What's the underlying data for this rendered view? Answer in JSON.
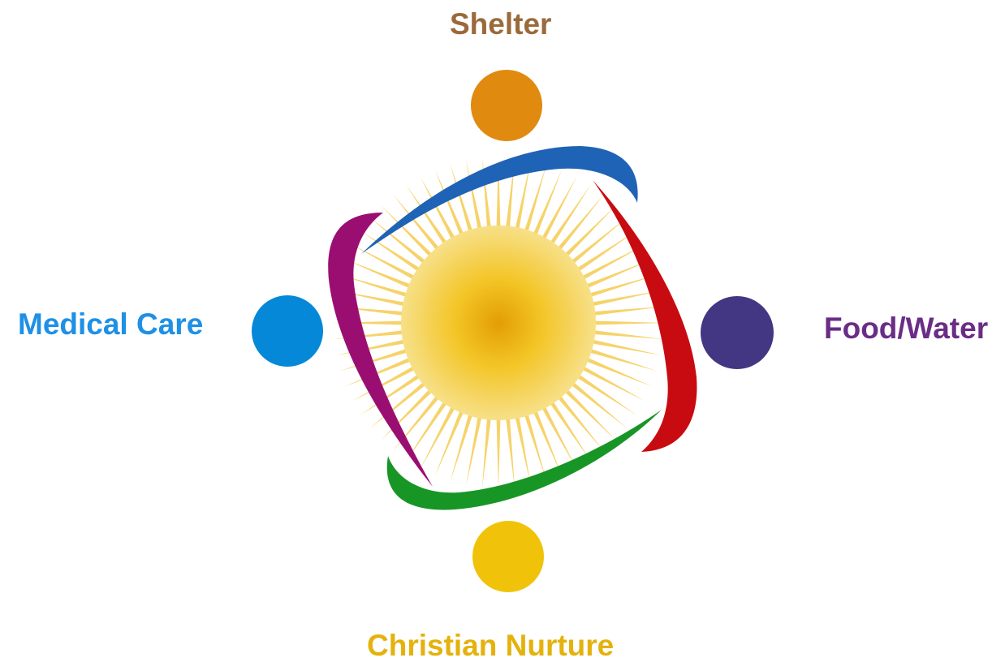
{
  "needs": {
    "shelter": {
      "label": "Shelter",
      "text_color": "#9a6a3a",
      "circle_color": "#e08a0f"
    },
    "food_water": {
      "label": "Food/Water",
      "text_color": "#6a2d86",
      "circle_color": "#433682"
    },
    "medical_care": {
      "label": "Medical Care",
      "text_color": "#1e90e6",
      "circle_color": "#0688d8"
    },
    "christian_nurture": {
      "label": "Christian Nurture",
      "text_color": "#e4b20c",
      "circle_color": "#f0c30a"
    }
  },
  "arms": {
    "top": "#1f63b6",
    "right": "#c80b10",
    "bottom": "#179626",
    "left": "#9a0e72"
  },
  "sun": {
    "center_color": "#e39e04",
    "mid_color": "#f3c526",
    "outer_color": "#f7e089",
    "ray_color": "#f6d36a"
  }
}
